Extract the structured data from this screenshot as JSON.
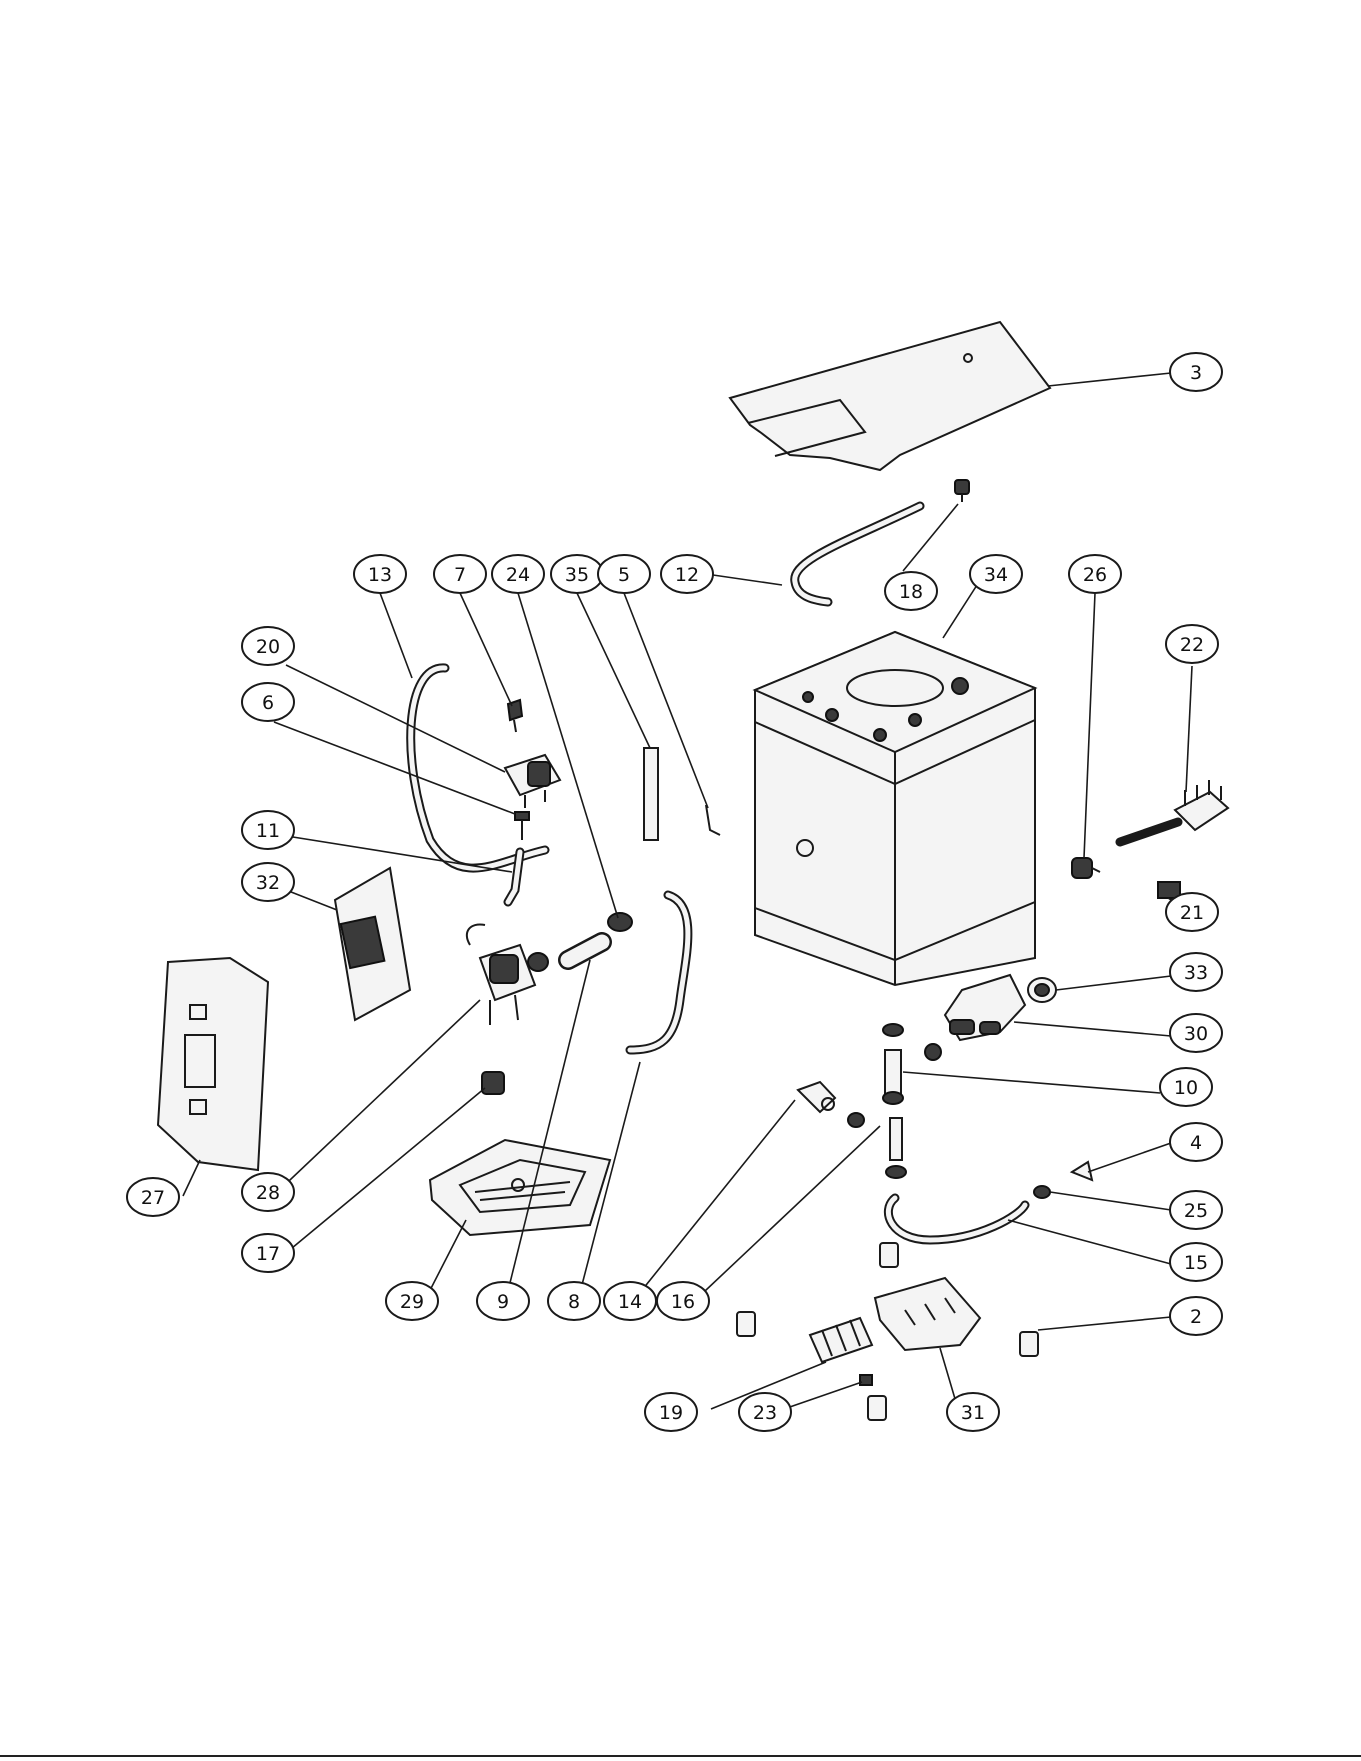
{
  "diagram": {
    "callouts": [
      {
        "label": "3"
      },
      {
        "label": "18"
      },
      {
        "label": "12"
      },
      {
        "label": "13"
      },
      {
        "label": "7"
      },
      {
        "label": "24"
      },
      {
        "label": "35"
      },
      {
        "label": "5"
      },
      {
        "label": "34"
      },
      {
        "label": "26"
      },
      {
        "label": "22"
      },
      {
        "label": "20"
      },
      {
        "label": "6"
      },
      {
        "label": "11"
      },
      {
        "label": "32"
      },
      {
        "label": "21"
      },
      {
        "label": "33"
      },
      {
        "label": "30"
      },
      {
        "label": "10"
      },
      {
        "label": "4"
      },
      {
        "label": "25"
      },
      {
        "label": "15"
      },
      {
        "label": "2"
      },
      {
        "label": "27"
      },
      {
        "label": "28"
      },
      {
        "label": "17"
      },
      {
        "label": "29"
      },
      {
        "label": "9"
      },
      {
        "label": "8"
      },
      {
        "label": "14"
      },
      {
        "label": "16"
      },
      {
        "label": "19"
      },
      {
        "label": "23"
      },
      {
        "label": "31"
      }
    ]
  }
}
